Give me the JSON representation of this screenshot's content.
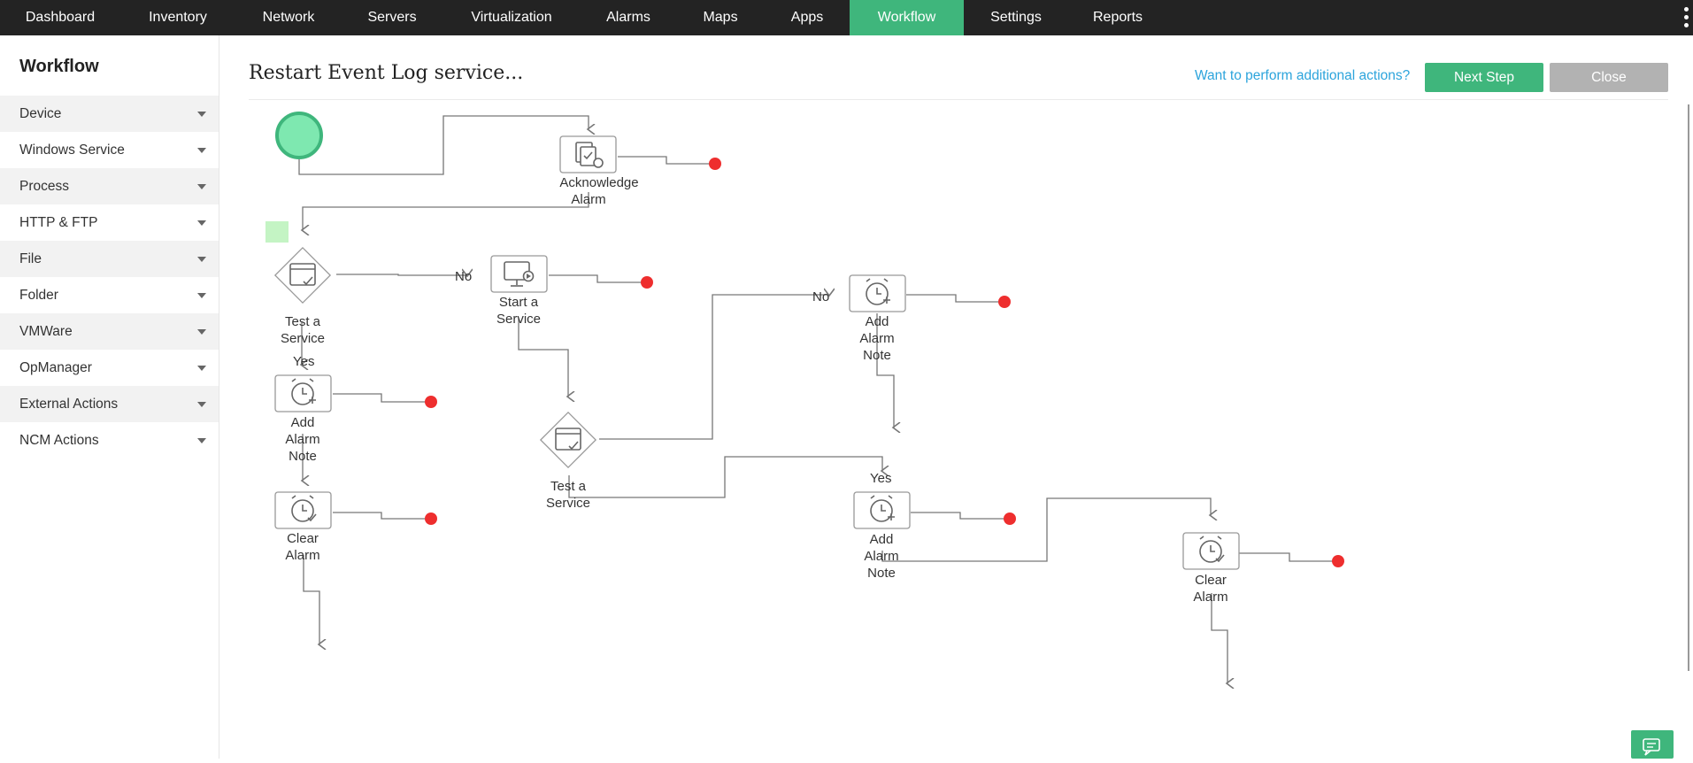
{
  "topnav": {
    "items": [
      {
        "label": "Dashboard"
      },
      {
        "label": "Inventory"
      },
      {
        "label": "Network"
      },
      {
        "label": "Servers"
      },
      {
        "label": "Virtualization"
      },
      {
        "label": "Alarms"
      },
      {
        "label": "Maps"
      },
      {
        "label": "Apps"
      },
      {
        "label": "Workflow"
      },
      {
        "label": "Settings"
      },
      {
        "label": "Reports"
      }
    ],
    "active": "Workflow",
    "active_color": "#3fb67c"
  },
  "sidebar": {
    "title": "Workflow",
    "items": [
      {
        "label": "Device"
      },
      {
        "label": "Windows Service"
      },
      {
        "label": "Process"
      },
      {
        "label": "HTTP & FTP"
      },
      {
        "label": "File"
      },
      {
        "label": "Folder"
      },
      {
        "label": "VMWare"
      },
      {
        "label": "OpManager"
      },
      {
        "label": "External Actions"
      },
      {
        "label": "NCM Actions"
      }
    ]
  },
  "header": {
    "title": "Restart Event Log service...",
    "additional_actions": "Want to perform additional actions?",
    "next_step": "Next Step",
    "close": "Close"
  },
  "workflow": {
    "nodes": {
      "acknowledge": {
        "line1": "Acknowledge",
        "line2": "Alarm",
        "icon": "acknowledge-alarm-icon"
      },
      "test1": {
        "line1": "Test a",
        "line2": "Service",
        "icon": "test-service-icon"
      },
      "start": {
        "line1": "Start a",
        "line2": "Service",
        "icon": "start-service-icon"
      },
      "note_top": {
        "line1": "Add",
        "line2": "Alarm",
        "line3": "Note",
        "icon": "add-alarm-note-icon"
      },
      "note_left": {
        "line1": "Add",
        "line2": "Alarm",
        "line3": "Note",
        "icon": "add-alarm-note-icon"
      },
      "test2": {
        "line1": "Test a",
        "line2": "Service",
        "icon": "test-service-icon"
      },
      "clear_left": {
        "line1": "Clear",
        "line2": "Alarm",
        "icon": "clear-alarm-icon"
      },
      "note_mid": {
        "line1": "Add",
        "line2": "Alarm",
        "line3": "Note",
        "icon": "add-alarm-note-icon"
      },
      "clear_right": {
        "line1": "Clear",
        "line2": "Alarm",
        "icon": "clear-alarm-icon"
      }
    },
    "branches": {
      "no1": "No",
      "no2": "No",
      "yes1": "Yes",
      "yes2": "Yes"
    },
    "colors": {
      "start_node": "#7ee8b0",
      "end_dot": "#ee2e2e",
      "connector": "#777777"
    }
  }
}
